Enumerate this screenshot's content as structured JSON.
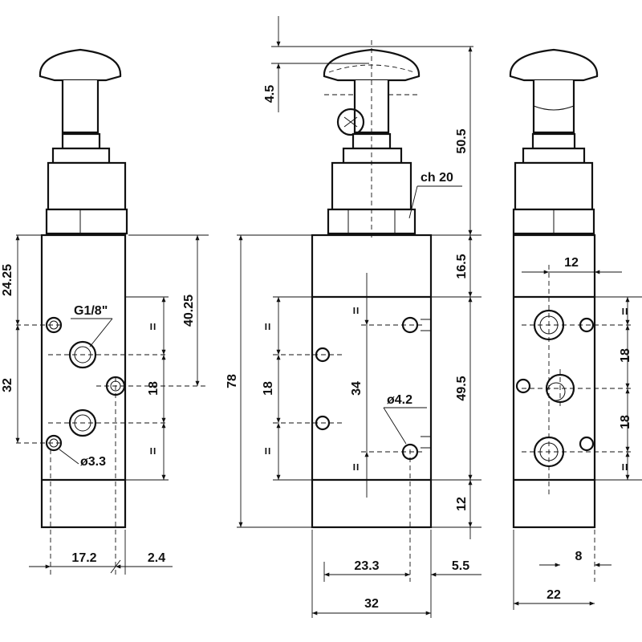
{
  "dimensions": {
    "left_view": {
      "d_24_25": "24.25",
      "d_32": "32",
      "thread": "G1/8\"",
      "eq_top": "=",
      "d_18": "18",
      "eq_bottom": "=",
      "d_40_25": "40.25",
      "hole": "ø3.3",
      "d_17_2": "17.2",
      "d_2_4": "2.4"
    },
    "center_view": {
      "d_4_5": "4.5",
      "d_50_5": "50.5",
      "hex": "ch 20",
      "d_16_5": "16.5",
      "d_78": "78",
      "eq_top": "=",
      "d_18": "18",
      "eq_bottom": "=",
      "eq_mid": "=",
      "d_34": "34",
      "eq_mid_bottom": "=",
      "hole": "ø4.2",
      "d_49_5": "49.5",
      "d_12": "12",
      "d_23_3": "23.3",
      "d_5_5": "5.5",
      "d_32": "32"
    },
    "right_view": {
      "d_12": "12",
      "eq_top": "=",
      "d_18_top": "18",
      "d_18_bottom": "18",
      "eq_bottom": "=",
      "d_8": "8",
      "d_22": "22"
    }
  },
  "stroke_color": "#111111",
  "background_color": "#ffffff"
}
